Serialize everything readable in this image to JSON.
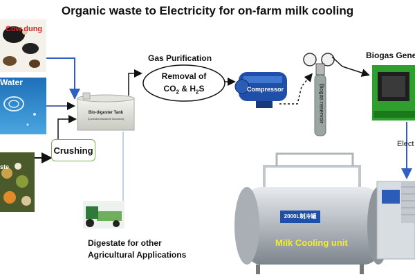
{
  "title": "Organic waste to Electricity for on-farm milk cooling",
  "inputs": {
    "cow_dung": "Cow dung",
    "water": "Water",
    "waste": "ste"
  },
  "crushing": "Crushing",
  "digester": {
    "title": "Bio-digester Tank",
    "subtitle": "(Contains Bacterial Inoculum)"
  },
  "gas_purification": {
    "heading": "Gas Purification",
    "line1_a": "Removal of",
    "line2": [
      "CO",
      "2",
      " & H",
      "2",
      "S"
    ]
  },
  "compressor": "Compressor",
  "biogas_reservoir": "Biogas reservoir",
  "generator": "Biogas Gene",
  "electricity": "Elect",
  "digestate": {
    "line1": "Digestate for other",
    "line2": "Agricultural Applications"
  },
  "tank_plate": "2000L制冷罐",
  "milk_cooling": "Milk Cooling unit"
}
